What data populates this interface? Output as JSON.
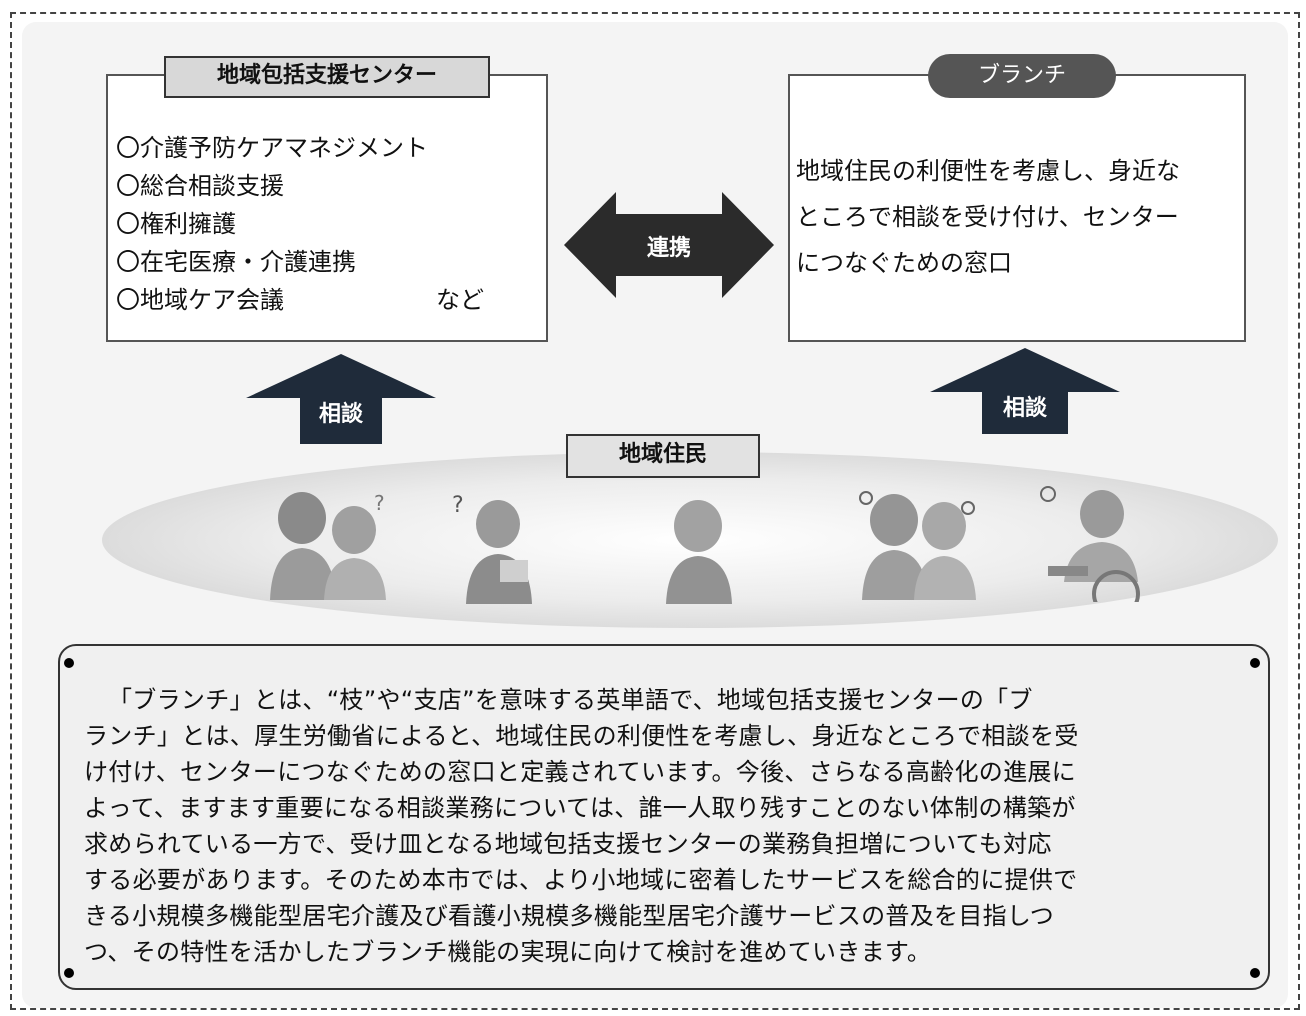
{
  "center": {
    "title": "地域包括支援センター",
    "items": [
      "〇介護予防ケアマネジメント",
      "〇総合相談支援",
      "〇権利擁護",
      "〇在宅医療・介護連携",
      "〇地域ケア会議"
    ],
    "items_suffix": "など"
  },
  "branch": {
    "title": "ブランチ",
    "lines": [
      "地域住民の利便性を考慮し、身近な",
      "ところで相談を受け付け、センター",
      "につなぐための窓口"
    ]
  },
  "link_label": "連携",
  "consult_label": "相談",
  "residents_label": "地域住民",
  "note_lines": [
    "「ブランチ」とは、“枝”や“支店”を意味する英単語で、地域包括支援センターの「ブ",
    "ランチ」とは、厚生労働省によると、地域住民の利便性を考慮し、身近なところで相談を受",
    "け付け、センターにつなぐための窓口と定義されています。今後、さらなる高齢化の進展に",
    "よって、ますます重要になる相談業務については、誰一人取り残すことのない体制の構築が",
    "求められている一方で、受け皿となる地域包括支援センターの業務負担増についても対応",
    "する必要があります。そのため本市では、より小地域に密着したサービスを総合的に提供で",
    "きる小規模多機能型居宅介護及び看護小規模多機能型居宅介護サービスの普及を目指しつ",
    "つ、その特性を活かしたブランチ機能の実現に向けて検討を進めていきます。"
  ]
}
